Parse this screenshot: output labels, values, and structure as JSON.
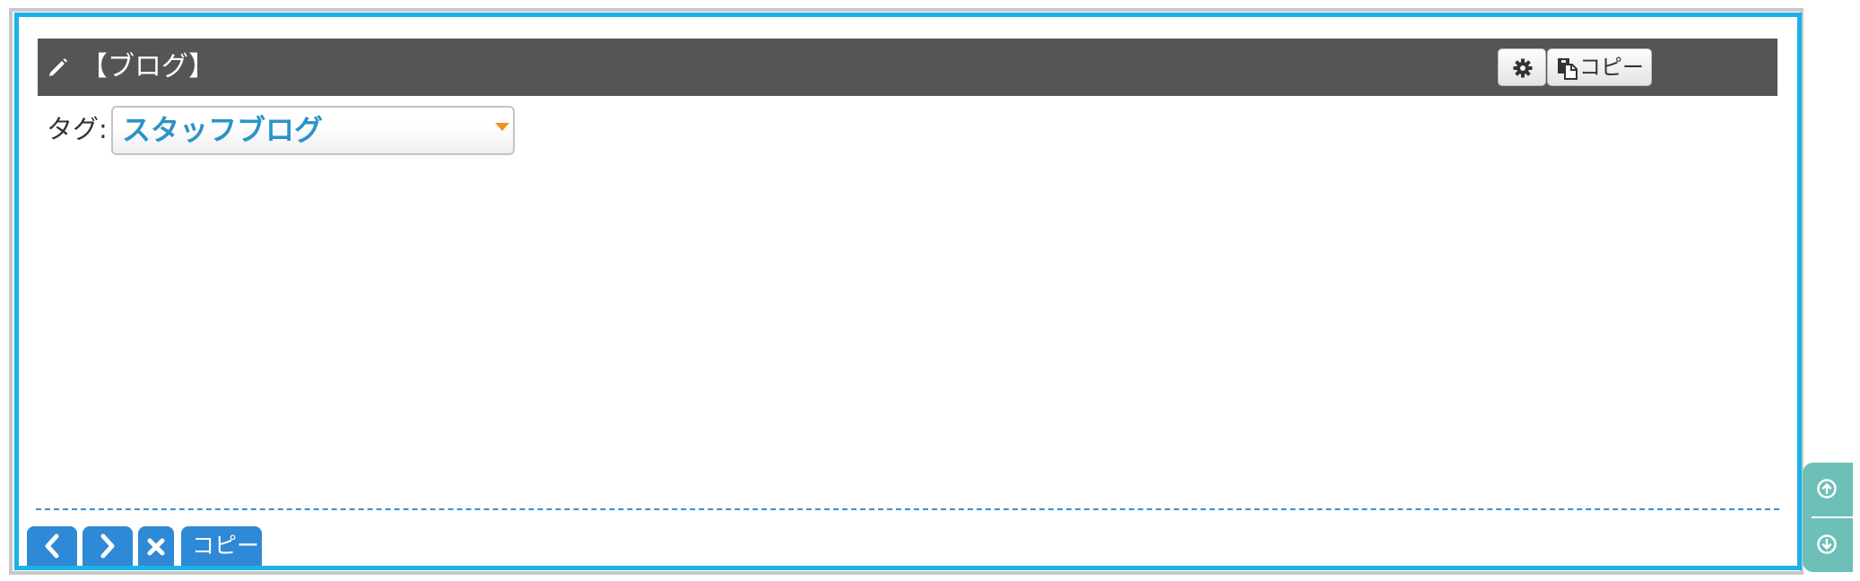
{
  "block": {
    "title": "【ブログ】",
    "icon": "pencil-icon",
    "settings_icon": "gear-icon",
    "copy_icon": "copy-icon",
    "copy_label": "コピー"
  },
  "tag": {
    "label": "タグ:",
    "selected": "スタッフブログ"
  },
  "bottom_tabs": {
    "prev_icon": "chevron-left-icon",
    "next_icon": "chevron-right-icon",
    "close_icon": "close-icon",
    "copy_label": "コピー"
  },
  "scroll": {
    "up_icon": "arrow-up-circle-icon",
    "down_icon": "arrow-down-circle-icon"
  },
  "colors": {
    "frame_border": "#1ab2e8",
    "header_bg": "#555555",
    "tag_value": "#2b93c8",
    "caret": "#f0921e",
    "tab_button": "#2e89d6",
    "scroll_button": "#6cc0b8"
  }
}
